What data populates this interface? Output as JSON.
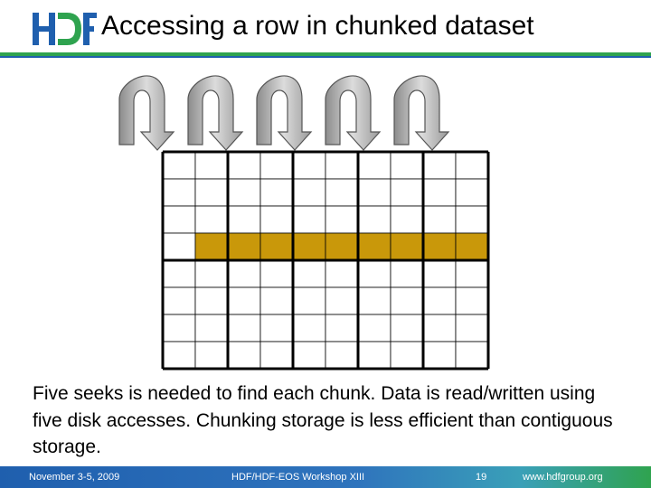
{
  "header": {
    "logo_text": "HDF",
    "title": "Accessing a row in chunked dataset"
  },
  "diagram": {
    "seek_arrows": 5,
    "chunk_grid": {
      "chunk_cols": 5,
      "chunk_rows": 2,
      "cells_per_chunk_cols": 2,
      "cells_per_chunk_rows": 4
    },
    "highlighted_row": 3,
    "colors": {
      "highlight": "#c9980a",
      "arrow_fill": "#b4b4b4",
      "grid_line": "#000000",
      "accent_green": "#2fa34f",
      "accent_blue": "#1f5fae"
    }
  },
  "caption": "Five seeks is needed to find each chunk. Data is read/written using five disk accesses. Chunking storage is less efficient than contiguous storage.",
  "footer": {
    "date": "November 3-5, 2009",
    "event": "HDF/HDF-EOS Workshop XIII",
    "page": "19",
    "url": "www.hdfgroup.org"
  }
}
